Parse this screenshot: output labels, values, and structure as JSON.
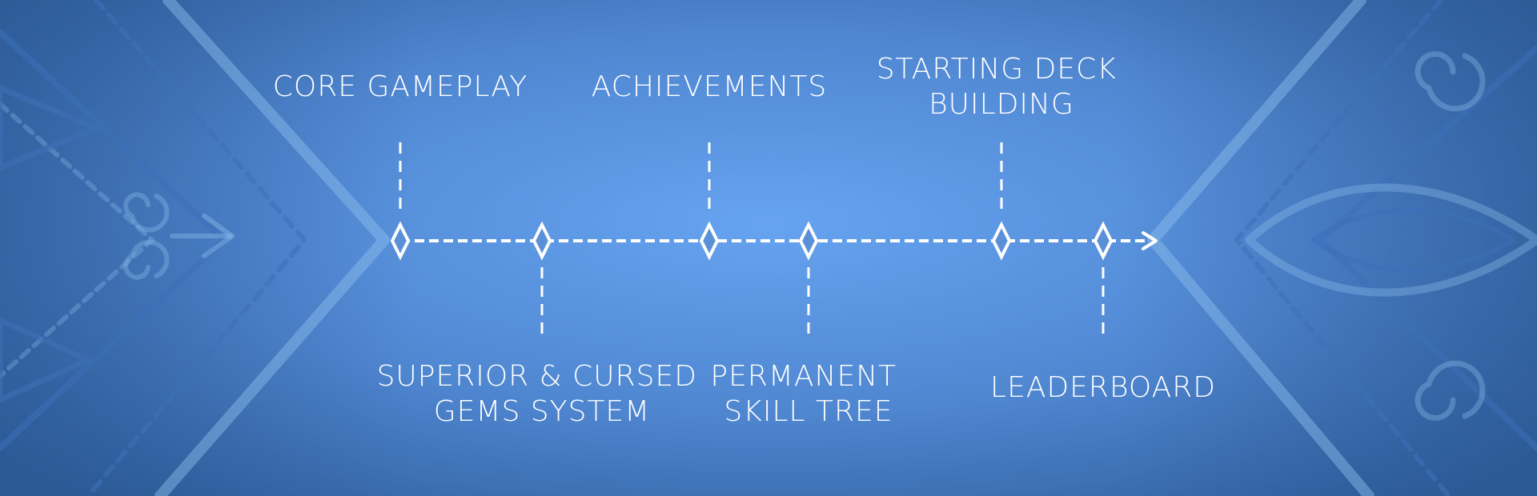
{
  "milestones": [
    {
      "id": "core-gameplay",
      "lines": [
        "CORE GAMEPLAY"
      ]
    },
    {
      "id": "superior-cursed-gems",
      "lines": [
        "SUPERIOR & CURSED",
        "GEMS SYSTEM"
      ]
    },
    {
      "id": "achievements",
      "lines": [
        "ACHIEVEMENTS"
      ]
    },
    {
      "id": "permanent-skill-tree",
      "lines": [
        "PERMANENT",
        "SKILL TREE"
      ]
    },
    {
      "id": "starting-deck-building",
      "lines": [
        "STARTING DECK",
        "BUILDING"
      ]
    },
    {
      "id": "leaderboard",
      "lines": [
        "LEADERBOARD"
      ]
    }
  ],
  "colors": {
    "background_center": "#66a3f0",
    "background_mid": "#4f86d0",
    "background_edge": "#2f5f9e",
    "ornament": "#8fc2ee",
    "ornament_dark": "#3d70b8",
    "line": "#ffffff"
  }
}
